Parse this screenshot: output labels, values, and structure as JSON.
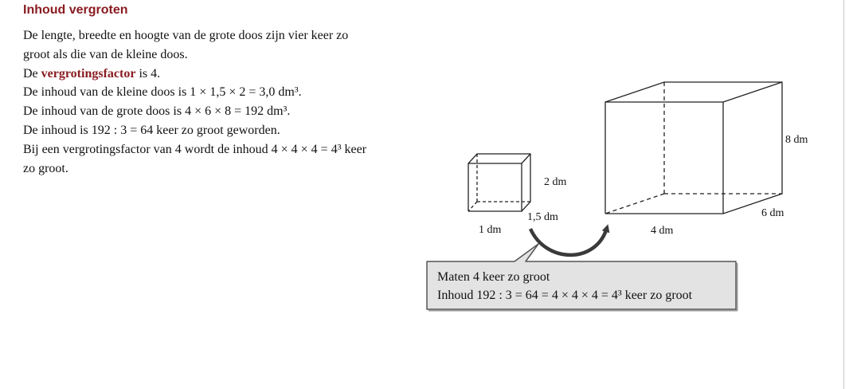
{
  "heading": "Inhoud vergroten",
  "paragraph": {
    "line1": "De lengte, breedte en hoogte van de grote doos zijn vier keer zo",
    "line2": "groot als die van de kleine doos.",
    "line3_pre": "De ",
    "line3_term": "vergrotingsfactor",
    "line3_post": " is 4.",
    "line4": "De inhoud van de kleine doos is 1 × 1,5 × 2 = 3,0 dm³.",
    "line5": "De inhoud van de grote doos is 4 × 6 × 8 = 192 dm³.",
    "line6": "De inhoud is 192 : 3 = 64 keer zo groot geworden.",
    "line7": "Bij een vergrotingsfactor van 4 wordt de inhoud 4 × 4 × 4 = 4³ keer",
    "line8": "zo groot."
  },
  "small_box": {
    "height_label": "2 dm",
    "depth_label": "1,5 dm",
    "width_label": "1 dm"
  },
  "large_box": {
    "height_label": "8 dm",
    "depth_label": "6 dm",
    "width_label": "4 dm"
  },
  "callout": {
    "line1": "Maten 4 keer zo groot",
    "line2": "Inhoud 192 : 3 = 64 = 4 × 4 × 4 = 4³ keer zo groot"
  },
  "colors": {
    "accent": "#8a1c22",
    "callout_fill": "#e3e3e3",
    "callout_border": "#555555"
  }
}
